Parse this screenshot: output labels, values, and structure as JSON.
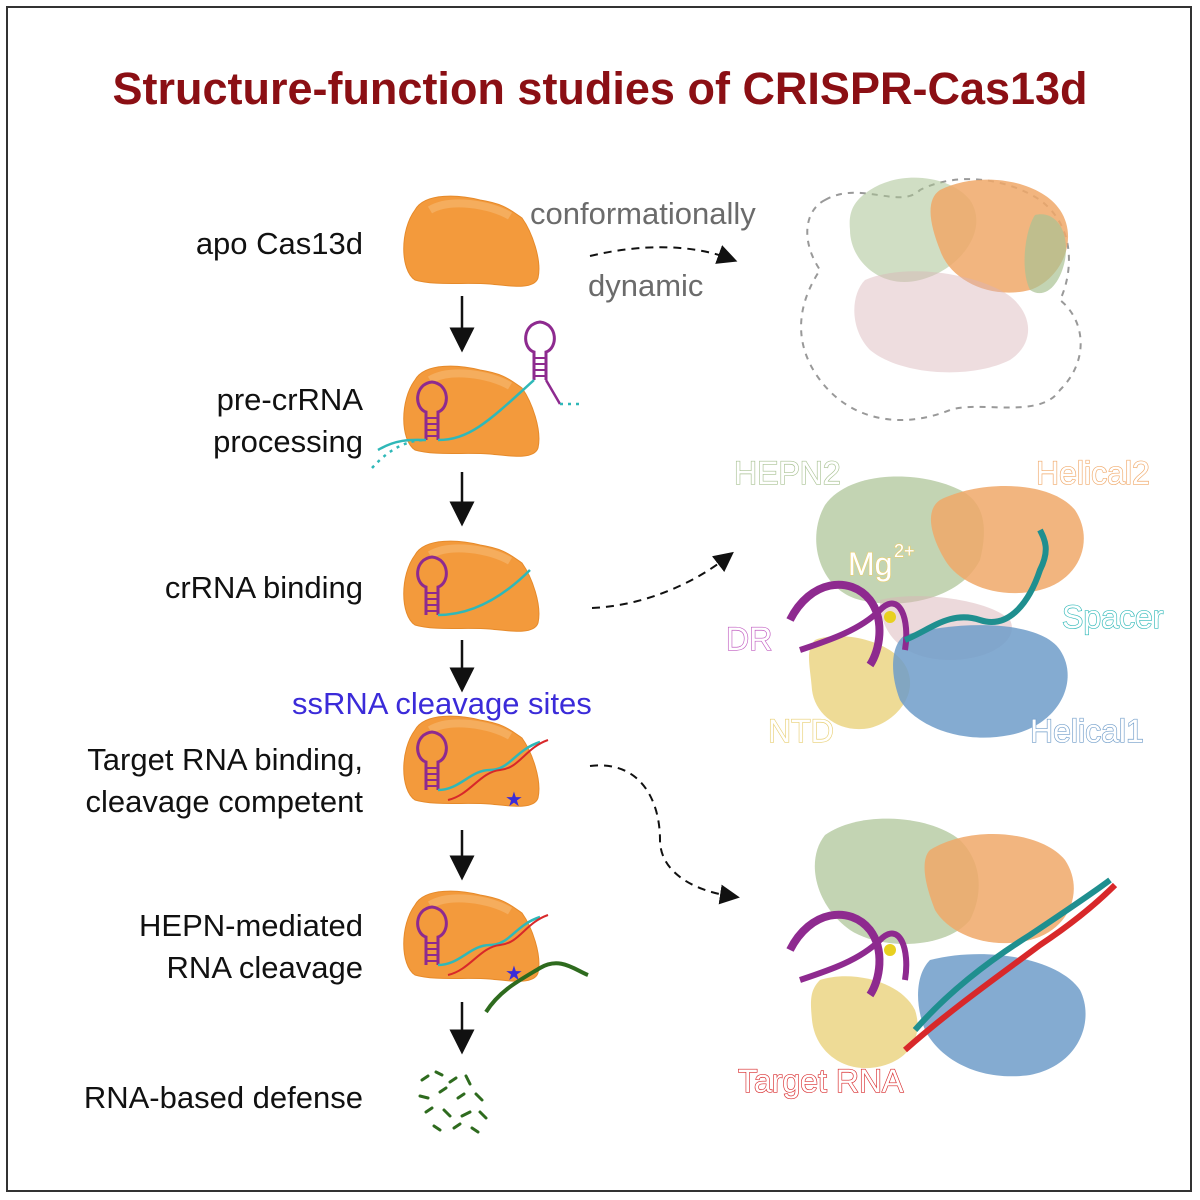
{
  "title": "Structure-function studies of CRISPR-Cas13d",
  "steps": [
    {
      "line1": "apo Cas13d",
      "line2": ""
    },
    {
      "line1": "pre-crRNA",
      "line2": "processing"
    },
    {
      "line1": "crRNA binding",
      "line2": ""
    },
    {
      "line1": "Target RNA binding,",
      "line2": "cleavage competent"
    },
    {
      "line1": "HEPN-mediated",
      "line2": "RNA cleavage"
    },
    {
      "line1": "RNA-based defense",
      "line2": ""
    }
  ],
  "annotations": {
    "conformational_1": "conformationally",
    "conformational_2": "dynamic",
    "cleavage_sites": "ssRNA cleavage sites"
  },
  "structure_labels": {
    "hepn2": "HEPN2",
    "helical2": "Helical2",
    "mg": "Mg",
    "mg_sup": "2+",
    "spacer": "Spacer",
    "dr": "DR",
    "ntd": "NTD",
    "helical1": "Helical1",
    "target_rna": "Target RNA"
  },
  "colors": {
    "title": "#8b0f14",
    "protein": "#f39a3c",
    "crRNA": "#8e2a8f",
    "spacer": "#2fb8b8",
    "target": "#d8282a",
    "cleaved": "#2e6b1e",
    "site_star": "#3b2bd9",
    "hepn2": "#a9c293",
    "helical2": "#f0a868",
    "ntd": "#e8cf73",
    "helical1": "#6f9cc9",
    "pink_domain": "#d9b3b8"
  }
}
